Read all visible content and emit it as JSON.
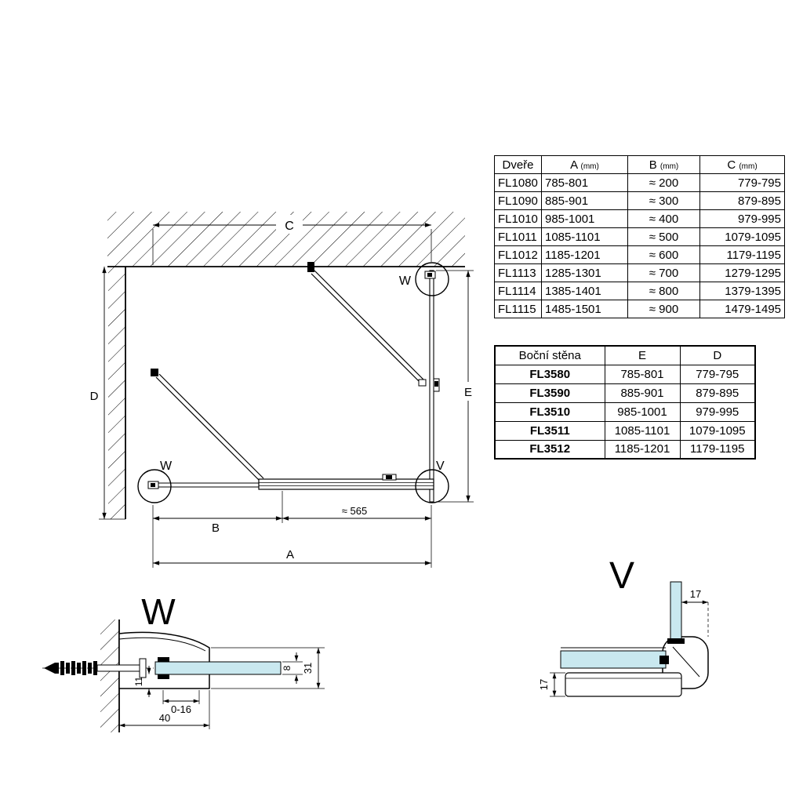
{
  "colors": {
    "glass": "#c9e8ef",
    "line": "#000000"
  },
  "doors_table": {
    "title_col": "Dveře",
    "columns": [
      {
        "label": "A",
        "unit": "(mm)"
      },
      {
        "label": "B",
        "unit": "(mm)"
      },
      {
        "label": "C",
        "unit": "(mm)"
      }
    ],
    "rows": [
      {
        "model": "FL1080",
        "a": "785-801",
        "b": "≈ 200",
        "c": "779-795"
      },
      {
        "model": "FL1090",
        "a": "885-901",
        "b": "≈ 300",
        "c": "879-895"
      },
      {
        "model": "FL1010",
        "a": "985-1001",
        "b": "≈ 400",
        "c": "979-995"
      },
      {
        "model": "FL1011",
        "a": "1085-1101",
        "b": "≈ 500",
        "c": "1079-1095"
      },
      {
        "model": "FL1012",
        "a": "1185-1201",
        "b": "≈ 600",
        "c": "1179-1195"
      },
      {
        "model": "FL1113",
        "a": "1285-1301",
        "b": "≈ 700",
        "c": "1279-1295"
      },
      {
        "model": "FL1114",
        "a": "1385-1401",
        "b": "≈ 800",
        "c": "1379-1395"
      },
      {
        "model": "FL1115",
        "a": "1485-1501",
        "b": "≈ 900",
        "c": "1479-1495"
      }
    ]
  },
  "side_table": {
    "title_col": "Boční stěna",
    "columns": [
      {
        "label": "E"
      },
      {
        "label": "D"
      }
    ],
    "rows": [
      {
        "model": "FL3580",
        "e": "785-801",
        "d": "779-795"
      },
      {
        "model": "FL3590",
        "e": "885-901",
        "d": "879-895"
      },
      {
        "model": "FL3510",
        "e": "985-1001",
        "d": "979-995"
      },
      {
        "model": "FL3511",
        "e": "1085-1101",
        "d": "1079-1095"
      },
      {
        "model": "FL3512",
        "e": "1185-1201",
        "d": "1179-1195"
      }
    ]
  },
  "plan": {
    "dim_c": "C",
    "dim_d": "D",
    "dim_e": "E",
    "dim_b": "B",
    "dim_a": "A",
    "dim_565": "≈ 565",
    "label_w_top": "W",
    "label_w_bottom": "W",
    "label_v": "V"
  },
  "detail_w": {
    "title": "W",
    "dim_31": "31",
    "dim_8": "8",
    "dim_11": "11",
    "dim_range": "0-16",
    "dim_width": "40"
  },
  "detail_v": {
    "title": "V",
    "dim_17_top": "17",
    "dim_17_left": "17"
  }
}
